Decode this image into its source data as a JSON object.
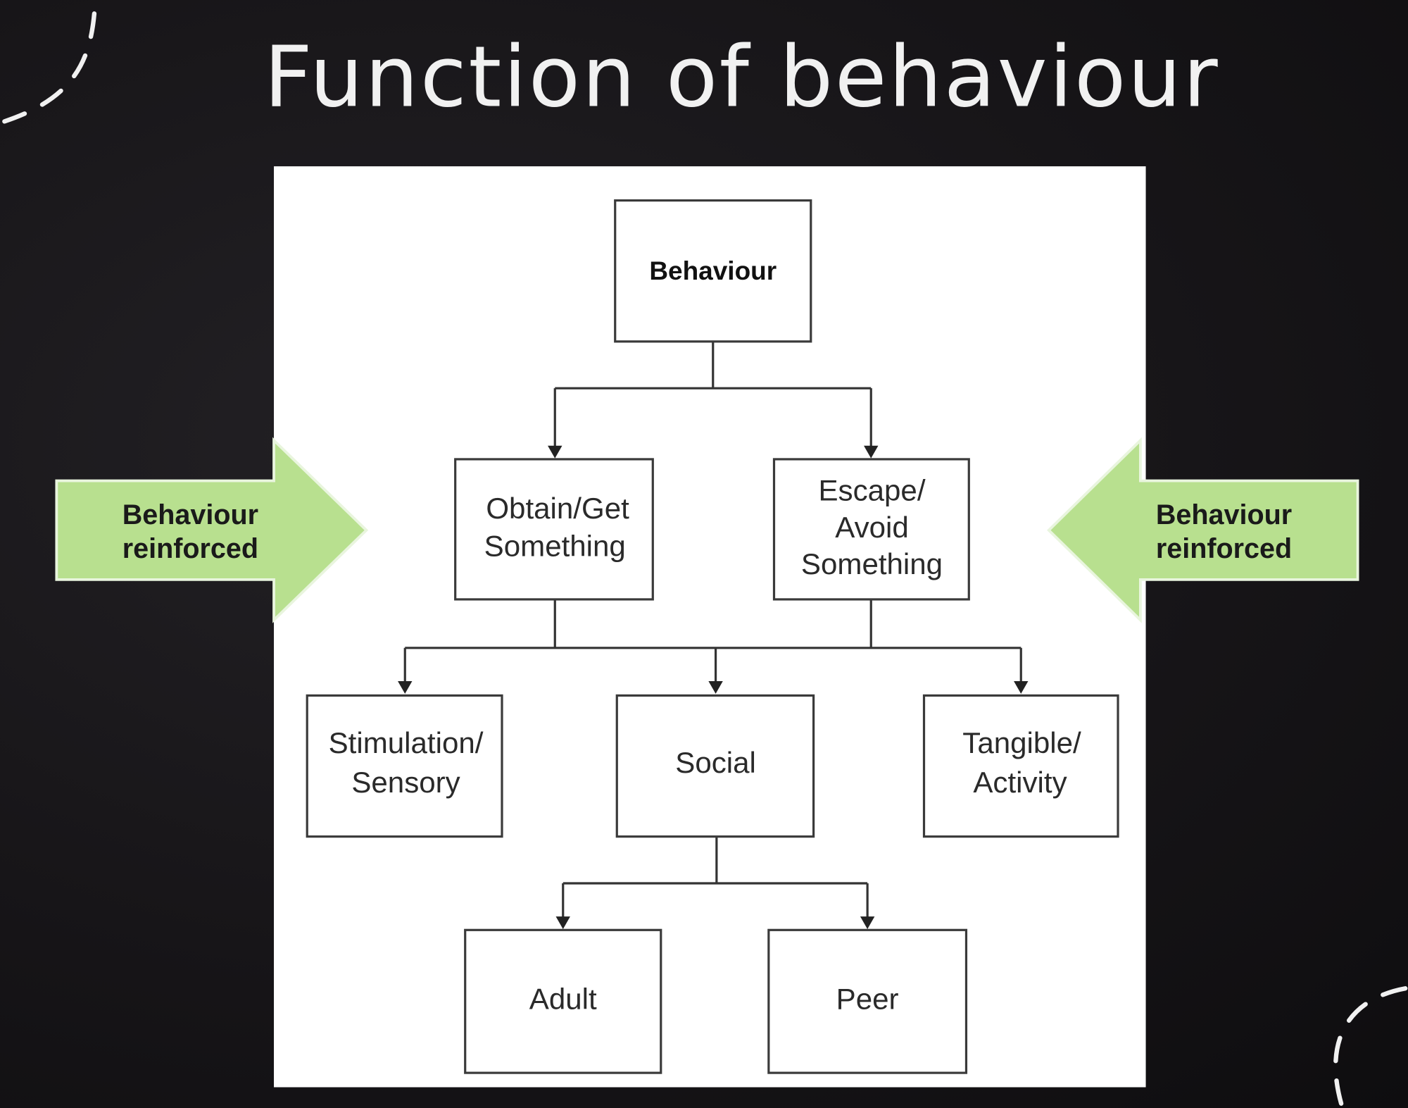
{
  "title": "Function of behaviour",
  "nodes": {
    "behaviour": "Behaviour",
    "obtain": [
      "Obtain/Get",
      "Something"
    ],
    "escape": [
      "Escape/",
      "Avoid",
      "Something"
    ],
    "stimulation": [
      "Stimulation/",
      "Sensory"
    ],
    "social": "Social",
    "tangible": [
      "Tangible/",
      "Activity"
    ],
    "adult": "Adult",
    "peer": "Peer"
  },
  "arrows": {
    "left": [
      "Behaviour",
      "reinforced"
    ],
    "right": [
      "Behaviour",
      "reinforced"
    ]
  },
  "colors": {
    "arrow_fill": "#b8e08f",
    "background": "#171518"
  }
}
